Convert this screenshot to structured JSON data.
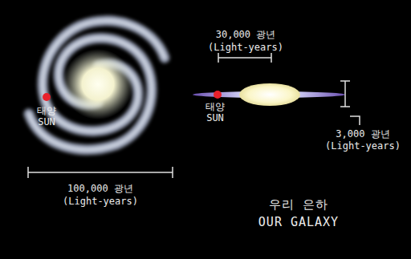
{
  "diagram": {
    "labels": [
      "태양",
      "SUN",
      "100,000 광년",
      "(Light-years)",
      "30,000 광년",
      "(Light-years)",
      "태양",
      "SUN",
      "3,000 광년",
      "(Light-years)",
      "우리 은하",
      "OUR GALAXY"
    ]
  }
}
